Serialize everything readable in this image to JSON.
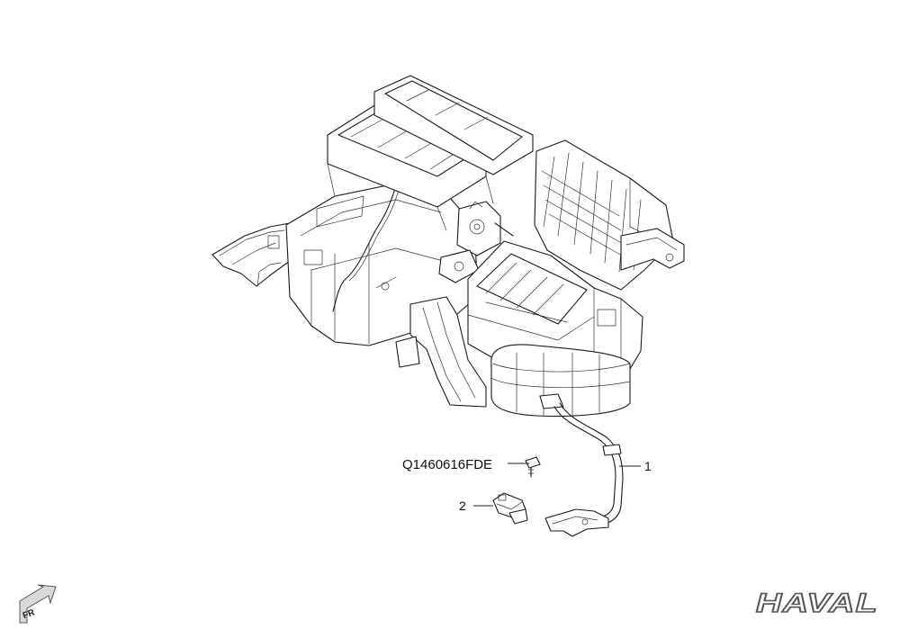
{
  "callouts": [
    {
      "id": "1",
      "label": "1"
    },
    {
      "id": "2",
      "label": "2"
    }
  ],
  "part_code": "Q1460616FDE",
  "direction_marker": "FR",
  "brand_logo": "HAVAL",
  "colors": {
    "line": "#1a1a1a",
    "background": "#ffffff",
    "logo_outline": "#555555"
  }
}
